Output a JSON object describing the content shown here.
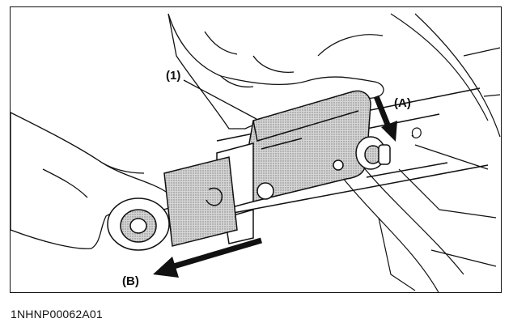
{
  "labels": {
    "part": "(1)",
    "direction_a": "(A)",
    "direction_b": "(B)"
  },
  "figure_code": "1NHNP00062A01",
  "colors": {
    "line": "#111111",
    "shade": "#bdbdbd",
    "background": "#ffffff"
  }
}
